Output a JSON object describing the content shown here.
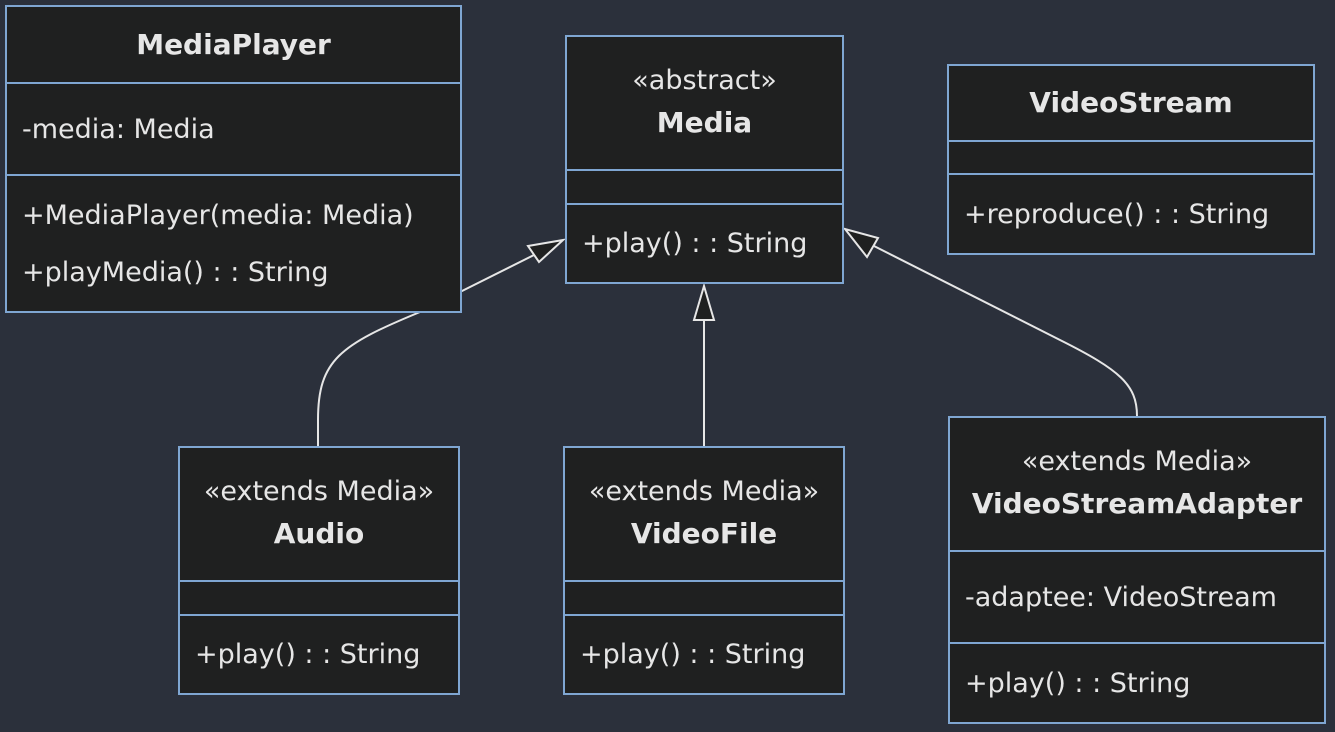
{
  "diagram": {
    "classes": {
      "mediaplayer": {
        "name": "MediaPlayer",
        "attributes": [
          "-media: Media"
        ],
        "methods": [
          "+MediaPlayer(media: Media)",
          "+playMedia() : : String"
        ]
      },
      "media": {
        "stereotype": "«abstract»",
        "name": "Media",
        "attributes": [],
        "methods": [
          "+play() : : String"
        ]
      },
      "videostream": {
        "name": "VideoStream",
        "attributes": [],
        "methods": [
          "+reproduce() : : String"
        ]
      },
      "audio": {
        "stereotype": "«extends Media»",
        "name": "Audio",
        "attributes": [],
        "methods": [
          "+play() : : String"
        ]
      },
      "videofile": {
        "stereotype": "«extends Media»",
        "name": "VideoFile",
        "attributes": [],
        "methods": [
          "+play() : : String"
        ]
      },
      "videostreamadapter": {
        "stereotype": "«extends Media»",
        "name": "VideoStreamAdapter",
        "attributes": [
          "-adaptee: VideoStream"
        ],
        "methods": [
          "+play() : : String"
        ]
      }
    },
    "relations": [
      {
        "type": "inheritance",
        "from": "Audio",
        "to": "Media"
      },
      {
        "type": "inheritance",
        "from": "VideoFile",
        "to": "Media"
      },
      {
        "type": "inheritance",
        "from": "VideoStreamAdapter",
        "to": "Media"
      }
    ],
    "colors": {
      "background": "#2b303b",
      "box_fill": "#1f2020",
      "box_border": "#7fa6d2",
      "text": "#e6e6e6",
      "edge": "#e6e6e6"
    }
  }
}
